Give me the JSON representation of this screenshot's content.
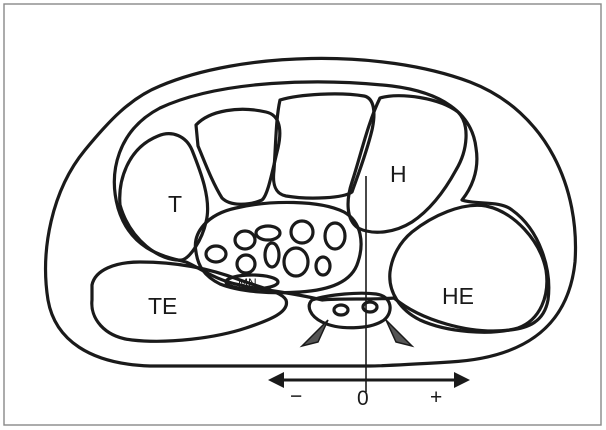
{
  "labels": {
    "t": "T",
    "h": "H",
    "te": "TE",
    "he": "HE",
    "mn": "MN",
    "minus": "−",
    "zero": "0",
    "plus": "+"
  },
  "colors": {
    "ink": "#1a1a1a",
    "arrowhead": "#555555",
    "background": "#ffffff"
  }
}
